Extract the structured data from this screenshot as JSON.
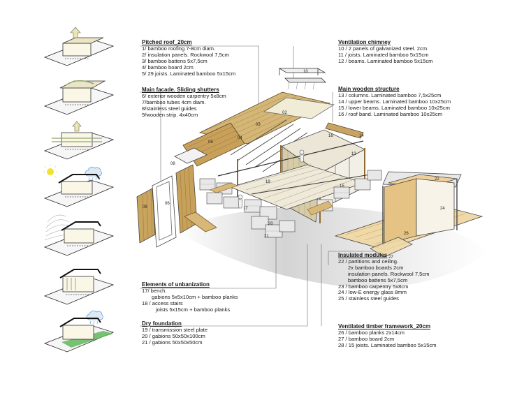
{
  "pitched_roof": {
    "title": "Pitched roof_20cm",
    "lines": [
      "1/ bamboo roofing 7-8cm diam.",
      "2/ insulation panels. Rockwool 7,5cm",
      "3/ bamboo battens 5x7,5cm",
      "4/ bamboo board 2cm",
      "5/ 29 joists. Laminated bamboo 5x15cm"
    ]
  },
  "main_facade": {
    "title": "Main facade. Sliding shutters",
    "lines": [
      "6/ exterior wooden carpentry 5x8cm",
      "7/bamboo tubes 4cm diam.",
      "8/stainless steel guides",
      "9/wooden strip. 4x40cm"
    ]
  },
  "ventilation_chimney": {
    "title": "Ventilation chimney",
    "lines": [
      "10 / 2 panels of galvanized steel. 2cm",
      "11 / joists. Laminated bamboo 5x15cm",
      "12 / beams. Laminated bamboo 5x15cm"
    ]
  },
  "main_wooden_structure": {
    "title": "Main wooden structure",
    "lines": [
      "13 / columns. Laminated bamboo 7,5x25cm",
      "14 / upper beams. Laminated bamboo 10x25cm",
      "15 / lower beams. Laminated bamboo 10x25cm",
      "16 / roof band. Laminated bamboo 10x25cm"
    ]
  },
  "elements_of_unbanization": {
    "title": "Elements of unbanization",
    "line1": "17/ bench.",
    "line2": "gabions 5x5x10cm + bamboo planks",
    "line3": "18 / access stairs",
    "line4": "joists 5x15cm + bamboo planks"
  },
  "dry_foundation": {
    "title": "Dry foundation",
    "lines": [
      "19 / transmission steel plate",
      "20 / gabions 50x50x100cm",
      "21 / gabions 50x50x50cm"
    ]
  },
  "insulated_modules": {
    "title": "Insulated modules",
    "line1": "22 / partitions and ceiling.",
    "line2": "2x bamboo boards 2cm",
    "line3": "insulation panels. Rockwool 7,5cm",
    "line4": "bamboo battens 5x7,5cm",
    "line5": "23 / bamboo carpentry 5x8cm",
    "line6": "24 / low-E energy glass 8mm",
    "line7": "25 / stainless steel guides"
  },
  "ventilated_timber_framework": {
    "title": "Ventilated timber framework_20cm",
    "lines": [
      "26 / bamboo planks 2x14cm",
      "27 / bamboo board 2cm",
      "28 / 15 joists. Laminated bamboo 5x15cm"
    ]
  },
  "tags": {
    "n02": "02",
    "n03": "03",
    "n04": "04",
    "n05": "05",
    "n06": "06",
    "n08": "08",
    "n09": "09",
    "n10": "10",
    "n13": "13",
    "n14": "14",
    "n15": "15",
    "n16": "16",
    "n17": "17",
    "n19": "19",
    "n20": "20",
    "n21": "21",
    "n22": "22",
    "n24": "24",
    "n26": "26",
    "n27": "27"
  },
  "colors": {
    "wood": "#c8a464",
    "wood_dark": "#8f6a32",
    "line": "#555555",
    "sun": "#f2e32a",
    "rain": "#6aa6d8",
    "grass": "#5fb85a",
    "ground_shadow": "#cfcfcf"
  }
}
